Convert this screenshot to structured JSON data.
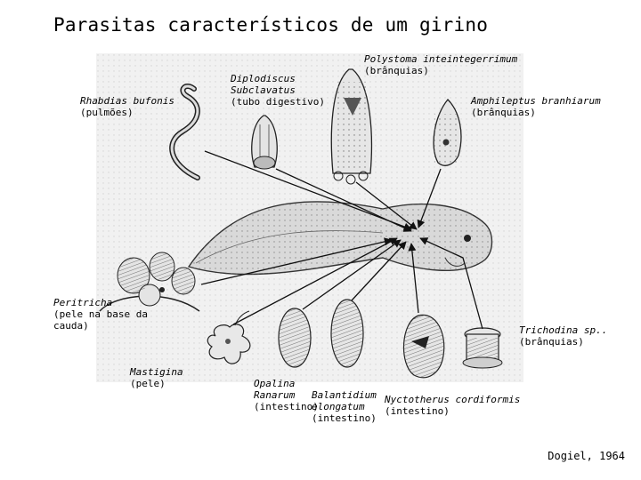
{
  "title": "Parasitas característicos de um girino",
  "credit": "Dogiel, 1964",
  "parasites": {
    "rhabdias": {
      "name": "Rhabdias bufonis",
      "site": "(pulmões)"
    },
    "diplodiscus": {
      "name1": "Diplodiscus",
      "name2": "Subclavatus",
      "site": "(tubo digestivo)"
    },
    "polystoma": {
      "name": "Polystoma inteintegerrimum",
      "site": "(brânquias)"
    },
    "amphileptus": {
      "name": "Amphileptus branhiarum",
      "site": "(brânquias)"
    },
    "peritricha": {
      "name": "Peritricha",
      "site1": "(pele na base da",
      "site2": "cauda)"
    },
    "trichodina": {
      "name": "Trichodina sp..",
      "site": "(brânquias)"
    },
    "mastigina": {
      "name": "Mastigina",
      "site": "(pele)"
    },
    "opalina": {
      "name1": "Opalina",
      "name2": "Ranarum",
      "site": "(intestino)"
    },
    "balantidium": {
      "name1": "Balantidium",
      "name2": "elongatum",
      "site": "(intestino)"
    },
    "nyctotherus": {
      "name": "Nyctotherus cordiformis",
      "site": "(intestino)"
    }
  }
}
